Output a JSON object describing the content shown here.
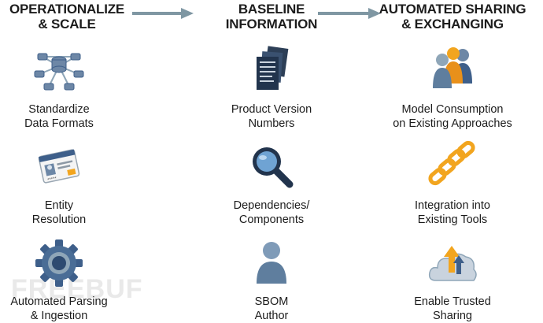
{
  "columns": [
    {
      "heading": "OPERATIONALIZE\n& SCALE",
      "items": [
        {
          "label": "Standardize\nData Formats",
          "icon": "network-nodes-icon"
        },
        {
          "label": "Entity\nResolution",
          "icon": "id-card-icon"
        },
        {
          "label": "Automated Parsing\n& Ingestion",
          "icon": "gear-icon"
        }
      ]
    },
    {
      "heading": "BASELINE\nINFORMATION",
      "items": [
        {
          "label": "Product Version\nNumbers",
          "icon": "document-stack-icon"
        },
        {
          "label": "Dependencies/\nComponents",
          "icon": "magnifier-icon"
        },
        {
          "label": "SBOM\nAuthor",
          "icon": "person-icon"
        }
      ]
    },
    {
      "heading": "AUTOMATED SHARING\n& EXCHANGING",
      "items": [
        {
          "label": "Model Consumption\non Existing Approaches",
          "icon": "people-group-icon"
        },
        {
          "label": "Integration into\nExisting Tools",
          "icon": "chain-link-icon"
        },
        {
          "label": "Enable Trusted\nSharing",
          "icon": "cloud-upload-icon"
        }
      ]
    }
  ],
  "watermark": "FREEBUF",
  "colors": {
    "arrow": "#7f97a3",
    "text": "#1c1c1c",
    "icon_blue": "#3e5f8a",
    "icon_gold": "#f2a51f"
  }
}
